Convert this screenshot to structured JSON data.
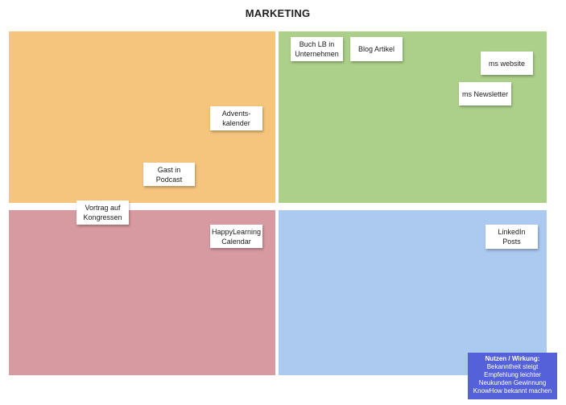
{
  "board": {
    "title": "MARKETING"
  },
  "colors": {
    "quadrant_top_left": "#f5c57e",
    "quadrant_top_right": "#acd08a",
    "quadrant_bottom_left": "#d79aa1",
    "quadrant_bottom_right": "#acc9f0",
    "info_box": "#5561d8"
  },
  "notes": {
    "adventskalender": "Advents-\nkalender",
    "gast_in_podcast": "Gast in\nPodcast",
    "vortrag_auf_kongressen": "Vortrag auf\nKongressen",
    "buch_lb": "Buch LB in\nUnternehmen",
    "blog_artikel": "Blog Artikel",
    "ms_website": "ms website",
    "ms_newsletter": "ms Newsletter",
    "happylearning_calendar": "HappyLearning\nCalendar",
    "linkedin_posts": "LinkedIn Posts"
  },
  "info_box": {
    "title": "Nutzen / Wirkung:",
    "lines": [
      "Bekanntheit steigt",
      "Empfehlung leichter",
      "Neukunden Gewinnung",
      "KnowHow bekannt machen"
    ]
  }
}
